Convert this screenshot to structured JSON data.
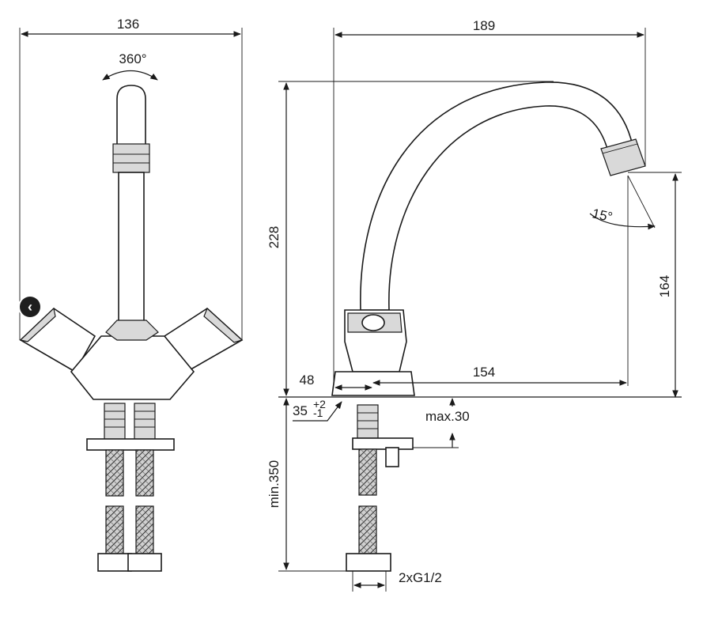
{
  "front_view": {
    "width_label": "136",
    "rotation_label": "360°"
  },
  "side_view": {
    "reach_label": "189",
    "height_label": "228",
    "spout_height_label": "164",
    "angle_label": "15°",
    "base_offset_label": "48",
    "spout_offset_label": "154",
    "hole_diameter_label": "35",
    "hole_tol_upper": "+2",
    "hole_tol_lower": "-1",
    "deck_thickness_label": "max.30",
    "hose_length_label": "min.350",
    "connection_label": "2xG1/2"
  },
  "controls": {
    "prev_glyph": "‹"
  },
  "colors": {
    "line": "#1a1a1a",
    "shading": "#d9d9d9",
    "braid": "#bfbfbf",
    "nav_button": "#1e1e1e"
  }
}
